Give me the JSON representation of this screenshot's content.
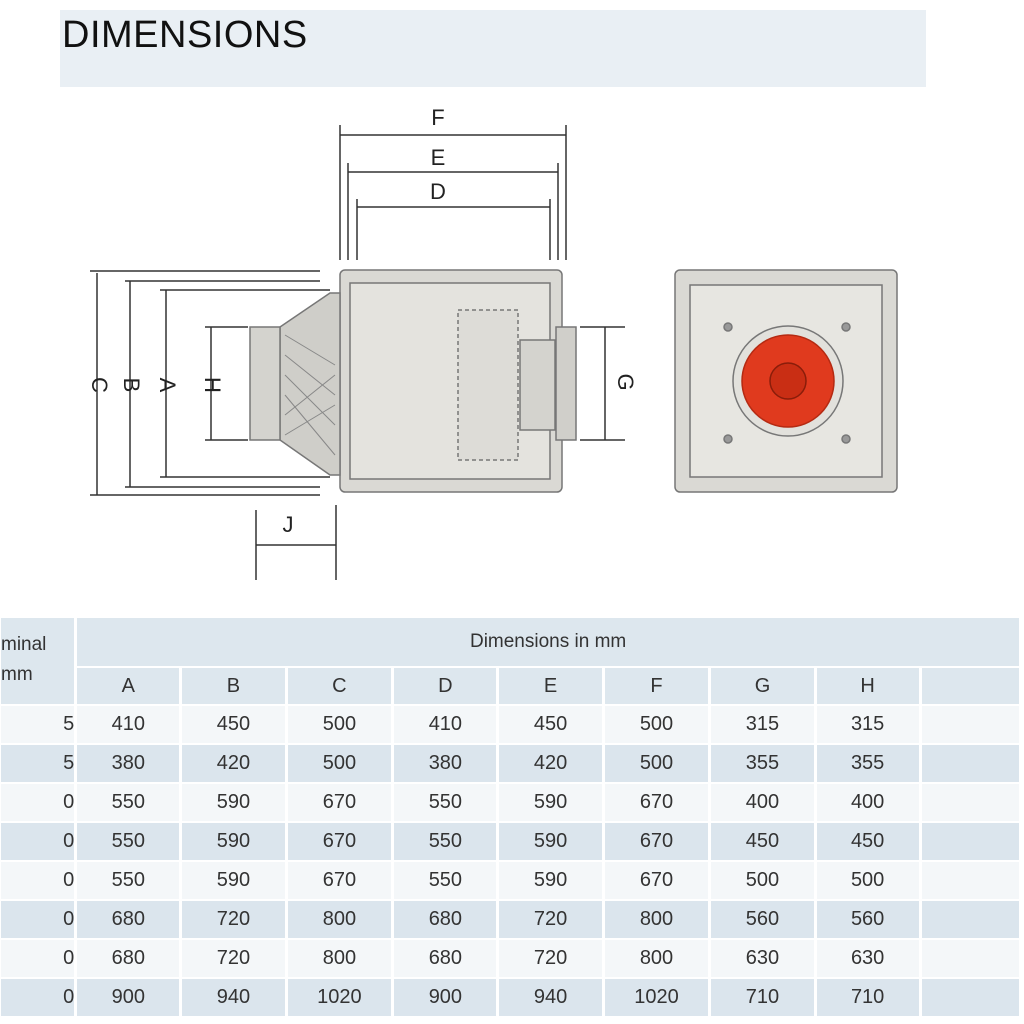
{
  "title": "DIMENSIONS",
  "diagram_labels": {
    "F": "F",
    "E": "E",
    "D": "D",
    "C": "C",
    "B": "B",
    "A": "A",
    "H": "H",
    "G": "G",
    "J": "J"
  },
  "table": {
    "nominal_header": [
      "minal",
      "mm"
    ],
    "group_header": "Dimensions in mm",
    "columns": [
      "A",
      "B",
      "C",
      "D",
      "E",
      "F",
      "G",
      "H"
    ],
    "rows": [
      {
        "nominal": "5",
        "values": [
          "410",
          "450",
          "500",
          "410",
          "450",
          "500",
          "315",
          "315"
        ]
      },
      {
        "nominal": "5",
        "values": [
          "380",
          "420",
          "500",
          "380",
          "420",
          "500",
          "355",
          "355"
        ]
      },
      {
        "nominal": "0",
        "values": [
          "550",
          "590",
          "670",
          "550",
          "590",
          "670",
          "400",
          "400"
        ]
      },
      {
        "nominal": "0",
        "values": [
          "550",
          "590",
          "670",
          "550",
          "590",
          "670",
          "450",
          "450"
        ]
      },
      {
        "nominal": "0",
        "values": [
          "550",
          "590",
          "670",
          "550",
          "590",
          "670",
          "500",
          "500"
        ]
      },
      {
        "nominal": "0",
        "values": [
          "680",
          "720",
          "800",
          "680",
          "720",
          "800",
          "560",
          "560"
        ]
      },
      {
        "nominal": "0",
        "values": [
          "680",
          "720",
          "800",
          "680",
          "720",
          "800",
          "630",
          "630"
        ]
      },
      {
        "nominal": "0",
        "values": [
          "900",
          "940",
          "1020",
          "900",
          "940",
          "1020",
          "710",
          "710"
        ]
      }
    ]
  },
  "colors": {
    "band": "#e9eff4",
    "impeller": "#e03a1e",
    "housing": "#d9d8d3"
  }
}
